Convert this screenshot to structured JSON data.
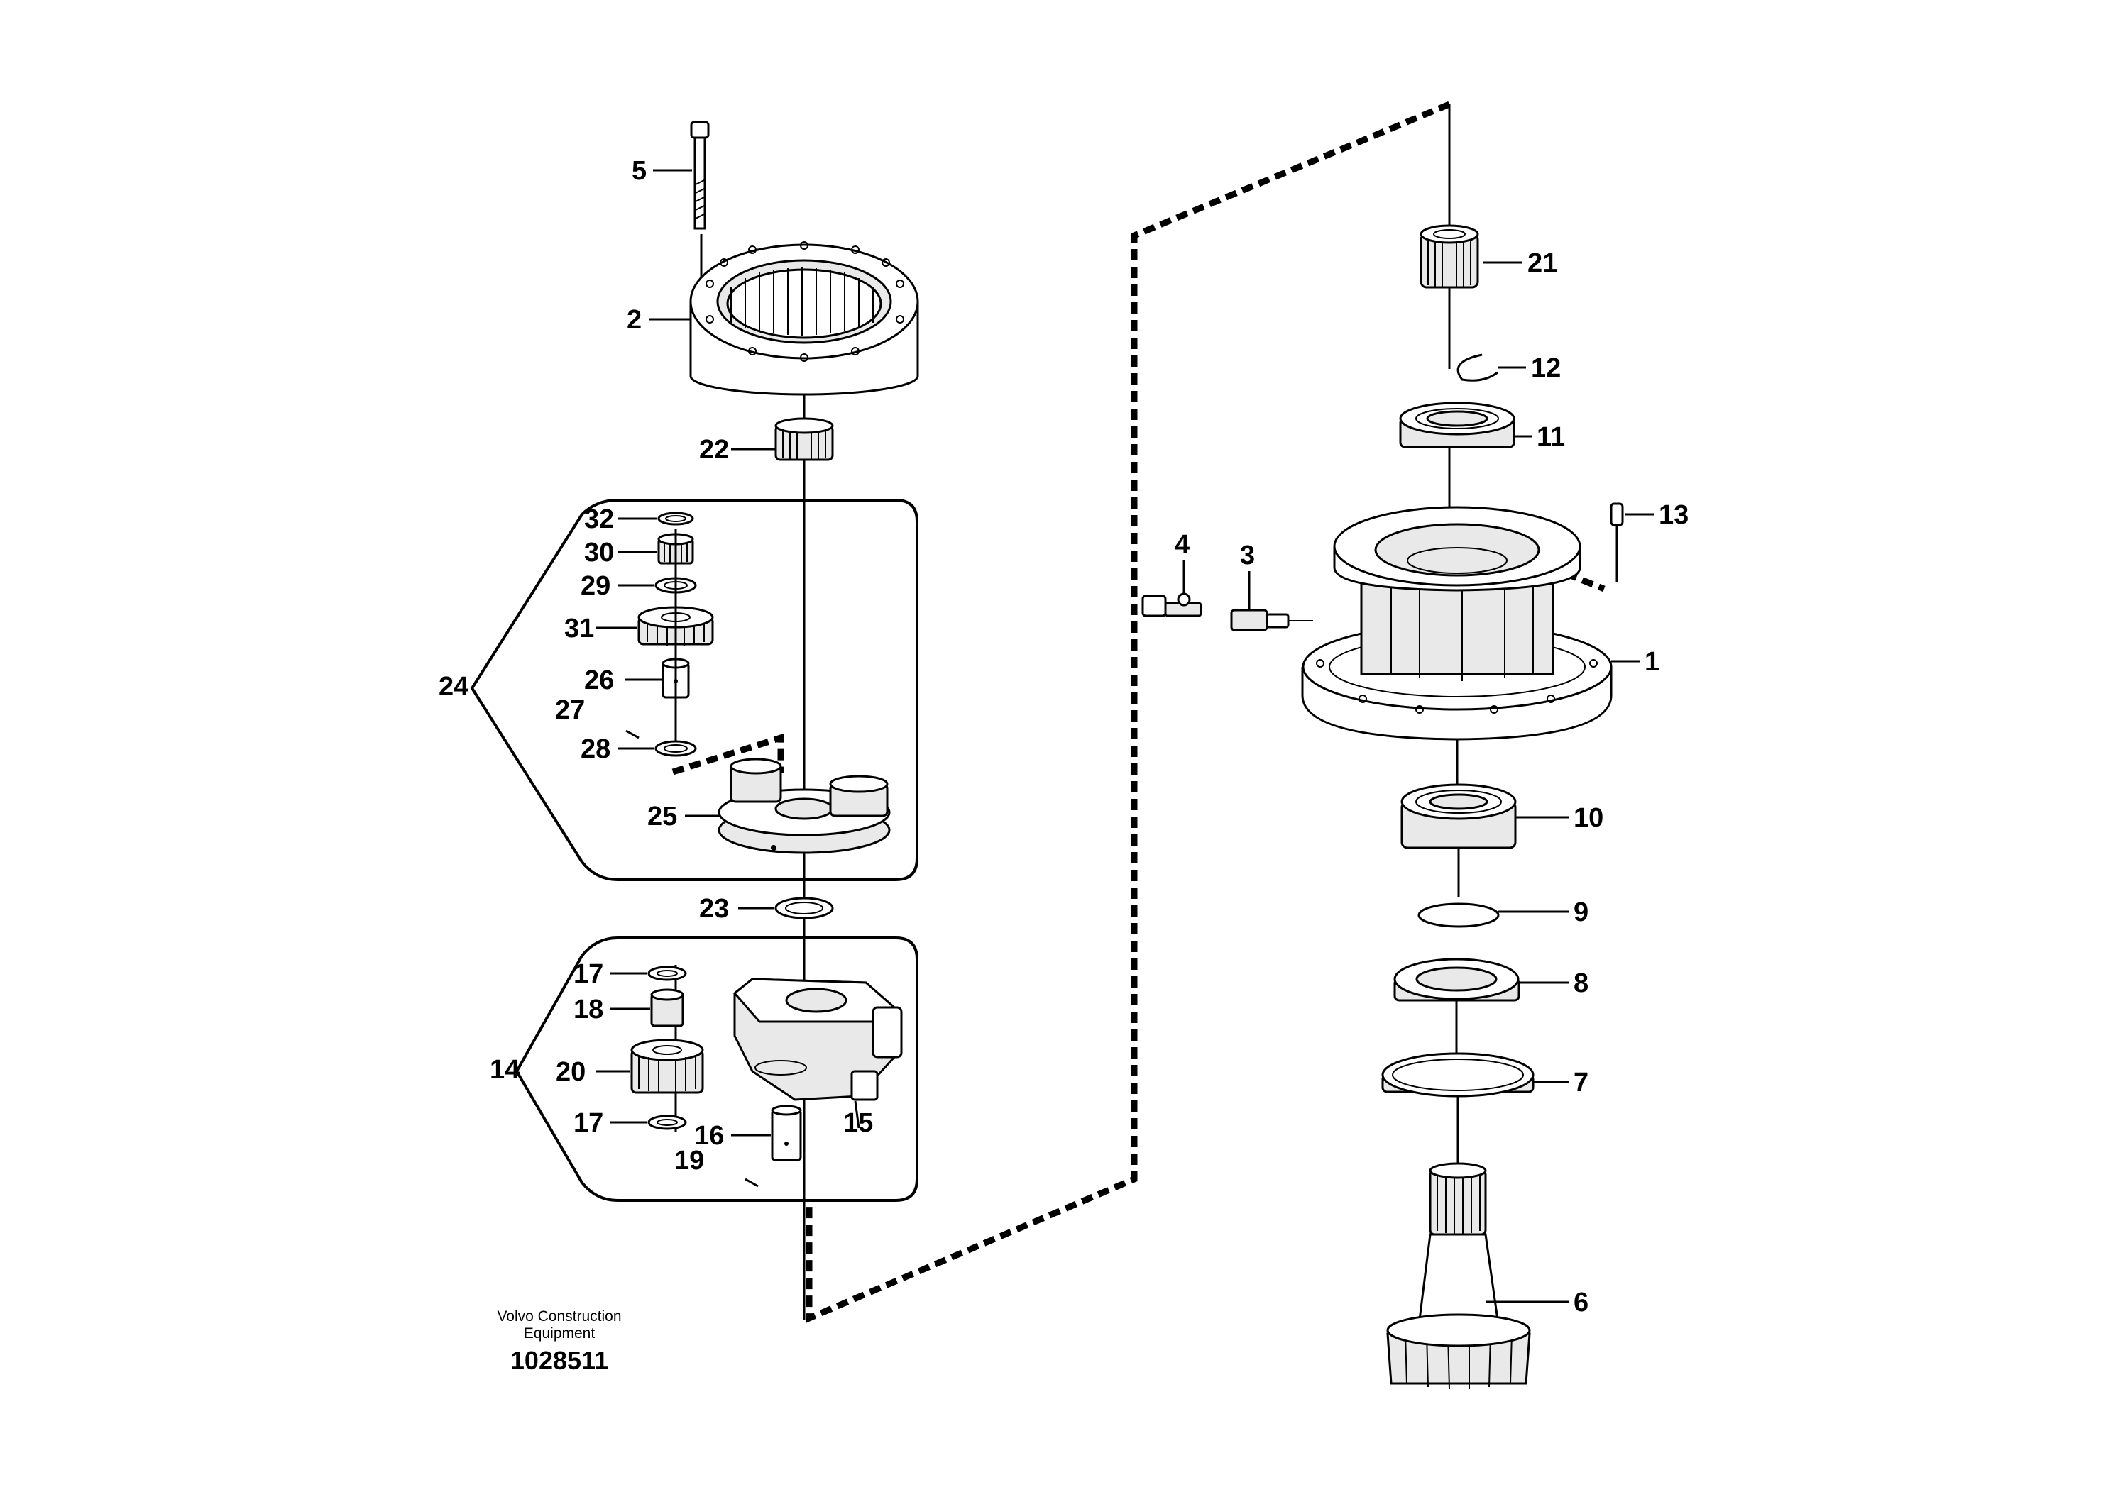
{
  "diagram": {
    "callouts": {
      "c1": "1",
      "c2": "2",
      "c3": "3",
      "c4": "4",
      "c5": "5",
      "c6": "6",
      "c7": "7",
      "c8": "8",
      "c9": "9",
      "c10": "10",
      "c11": "11",
      "c12": "12",
      "c13": "13",
      "c14": "14",
      "c15": "15",
      "c16": "16",
      "c17a": "17",
      "c17b": "17",
      "c18": "18",
      "c19": "19",
      "c20": "20",
      "c21": "21",
      "c22": "22",
      "c23": "23",
      "c24": "24",
      "c25": "25",
      "c26": "26",
      "c27": "27",
      "c28": "28",
      "c29": "29",
      "c30": "30",
      "c31": "31",
      "c32": "32"
    },
    "footer": {
      "brand_line1": "Volvo Construction",
      "brand_line2": "Equipment",
      "drawing_number": "1028511"
    }
  }
}
